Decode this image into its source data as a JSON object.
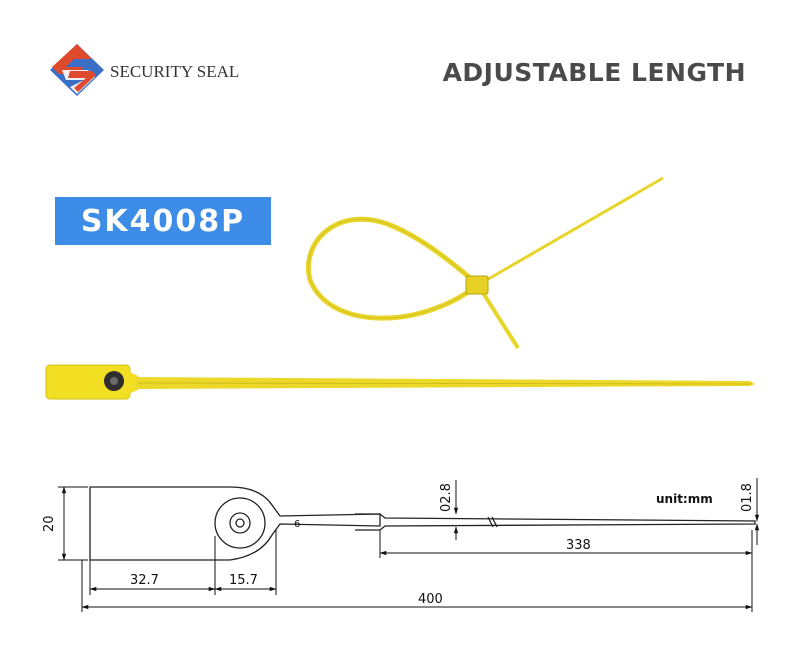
{
  "brand": {
    "name": "SECURITY SEAL",
    "logo_colors": {
      "red": "#e04a2c",
      "blue": "#3a6fc8"
    }
  },
  "headline": "ADJUSTABLE LENGTH",
  "model": "SK4008P",
  "seal_color": "#f2e12a",
  "drawing": {
    "unit_note": "unit:mm",
    "dims": {
      "height": "20",
      "body_length": "32.7",
      "ring_length": "15.7",
      "strap_length": "338",
      "total_length": "400",
      "strap_thickness": "02.8",
      "tip_thickness": "01.8",
      "ring_mark": "6"
    }
  }
}
